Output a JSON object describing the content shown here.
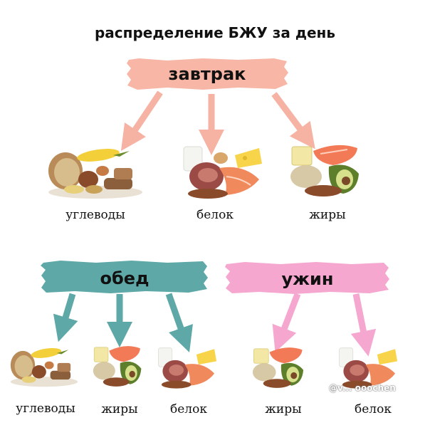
{
  "title": "распределение БЖУ за день",
  "colors": {
    "breakfast": "#f8b6a6",
    "lunch": "#5ea9a8",
    "dinner": "#f5a7d0"
  },
  "breakfast": {
    "label": "завтрак",
    "items": [
      "углеводы",
      "белок",
      "жиры"
    ]
  },
  "lunch": {
    "label": "обед",
    "items": [
      "углеводы",
      "жиры",
      "белок"
    ]
  },
  "dinner": {
    "label": "ужин",
    "items": [
      "жиры",
      "белок"
    ]
  },
  "watermark": "@v... ooochen"
}
